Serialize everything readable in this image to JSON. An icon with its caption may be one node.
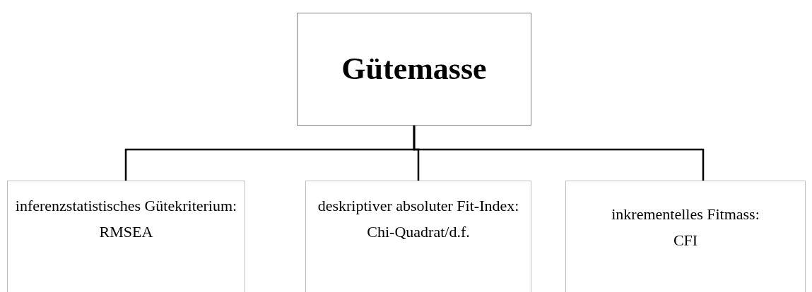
{
  "diagram": {
    "nodes": [
      {
        "text": [
          "Gütemasse"
        ]
      },
      {
        "text": [
          "inferenzstatistisches Gütekriterium:",
          "RMSEA"
        ]
      },
      {
        "text": [
          "deskriptiver absoluter Fit-Index:",
          "Chi-Quadrat/d.f."
        ]
      },
      {
        "text": [
          "inkrementelles Fitmass:",
          "CFI"
        ]
      }
    ],
    "edges": [
      {
        "from": 0,
        "to": 1,
        "arrow": "none"
      },
      {
        "from": 0,
        "to": 2,
        "arrow": "none"
      },
      {
        "from": 0,
        "to": 3,
        "arrow": "none"
      }
    ]
  }
}
